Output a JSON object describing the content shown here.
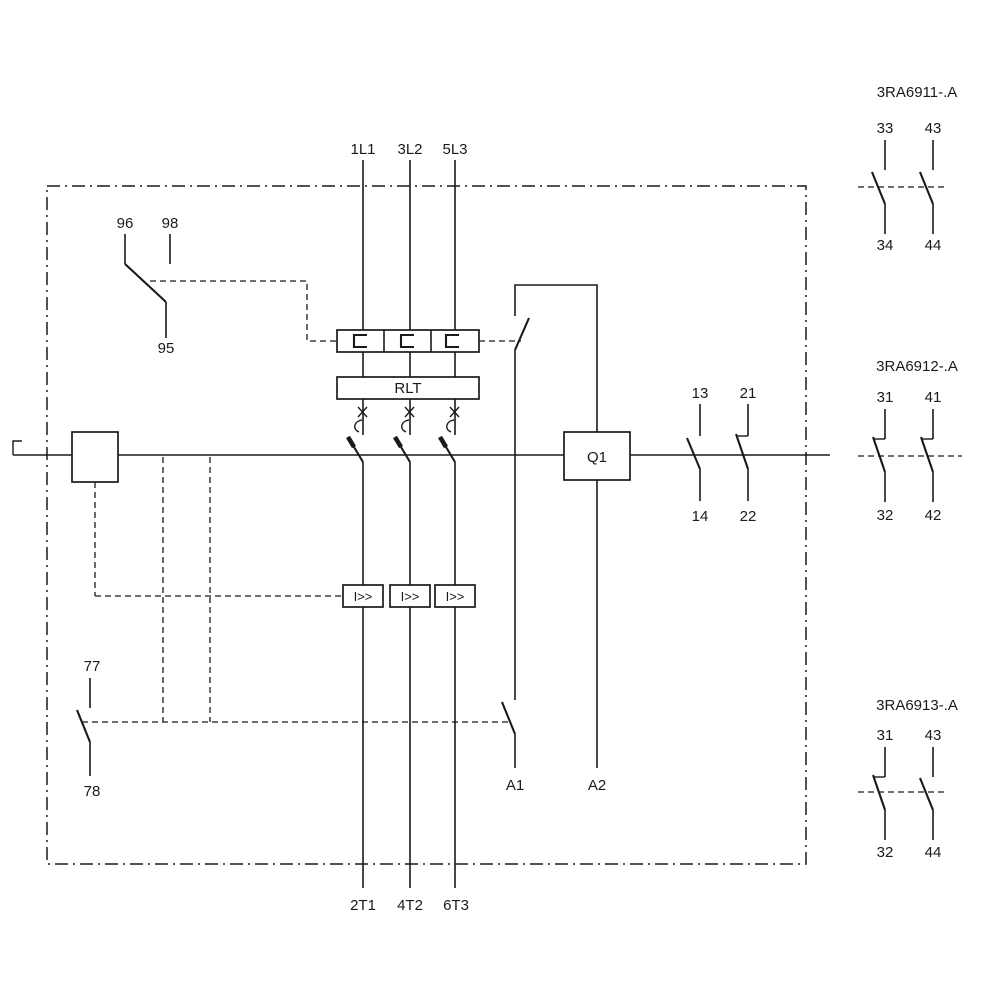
{
  "labels": {
    "l1": "1L1",
    "l2": "3L2",
    "l3": "5L3",
    "t1": "2T1",
    "t2": "4T2",
    "t3": "6T3",
    "n96": "96",
    "n98": "98",
    "n95": "95",
    "n77": "77",
    "n78": "78",
    "rlt": "RLT",
    "q1": "Q1",
    "a1": "A1",
    "a2": "A2",
    "n13": "13",
    "n14": "14",
    "n21": "21",
    "n22": "22",
    "i_gg": "I>>"
  },
  "modules": {
    "m1": {
      "title": "3RA6911-.A",
      "tl": "33",
      "tr": "43",
      "bl": "34",
      "br": "44"
    },
    "m2": {
      "title": "3RA6912-.A",
      "tl": "31",
      "tr": "41",
      "bl": "32",
      "br": "42"
    },
    "m3": {
      "title": "3RA6913-.A",
      "tl": "31",
      "tr": "43",
      "bl": "32",
      "br": "44"
    }
  },
  "colors": {
    "line": "#1a1a1a",
    "background": "#ffffff"
  }
}
